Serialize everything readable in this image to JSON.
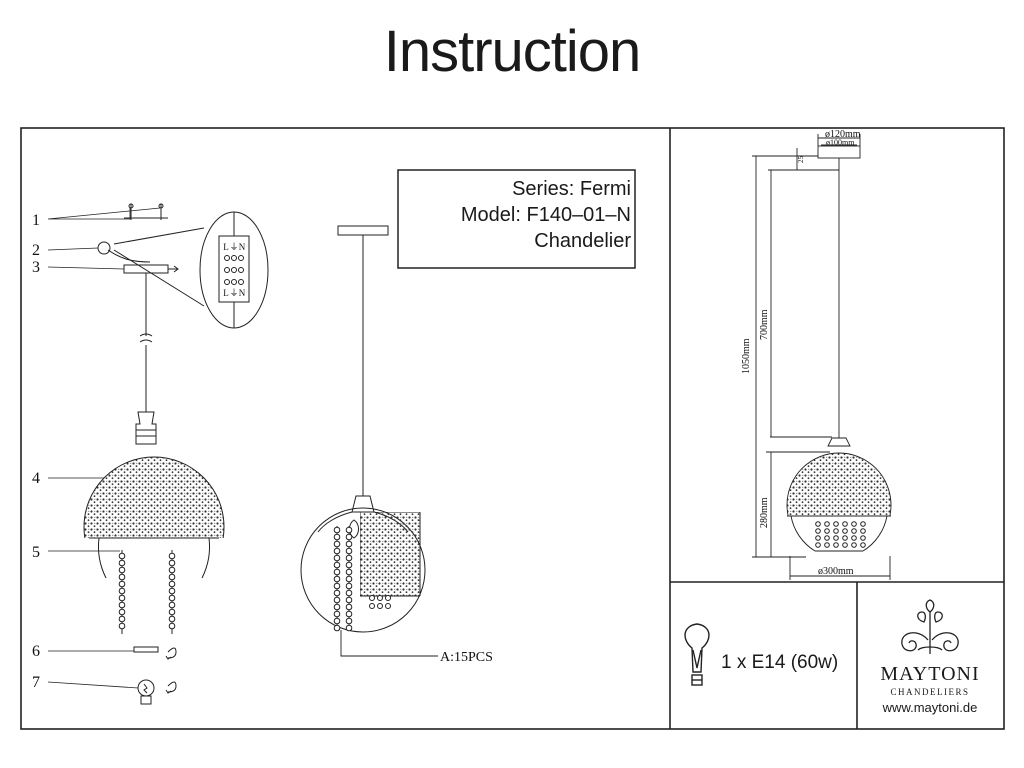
{
  "title": "Instruction",
  "info": {
    "series": "Series: Fermi",
    "model": "Model: F140‒01‒N",
    "type": "Chandelier"
  },
  "parts": [
    "1",
    "2",
    "3",
    "4",
    "5",
    "6",
    "7"
  ],
  "terminal": {
    "left": "L",
    "center": "⏚",
    "right": "N"
  },
  "crystal_label": "A:15PCS",
  "dimensions": {
    "canopy_outer": "ø120mm",
    "canopy_inner": "ø100mm",
    "canopy_height": "25",
    "overall": "1050mm",
    "cable": "700mm",
    "shade_height": "280mm",
    "shade_diameter": "ø300mm"
  },
  "bulb": "1 x E14 (60w)",
  "brand": {
    "name": "MAYTONI",
    "sub": "CHANDELIERS",
    "url": "www.maytoni.de"
  }
}
